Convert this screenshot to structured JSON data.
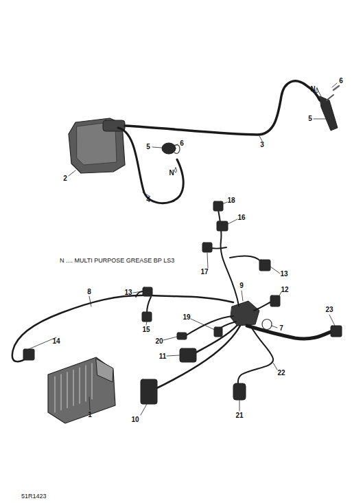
{
  "diagram": {
    "labels": [
      "6",
      "N",
      "5",
      "3",
      "2",
      "5",
      "6",
      "N",
      "4",
      "18",
      "16",
      "N .... MULTI PURPOSE GREASE BP LS3",
      "17",
      "13",
      "8",
      "13",
      "9",
      "12",
      "15",
      "19",
      "23",
      "7",
      "20",
      "14",
      "11",
      "22",
      "1",
      "10",
      "21",
      "51R1423"
    ]
  }
}
